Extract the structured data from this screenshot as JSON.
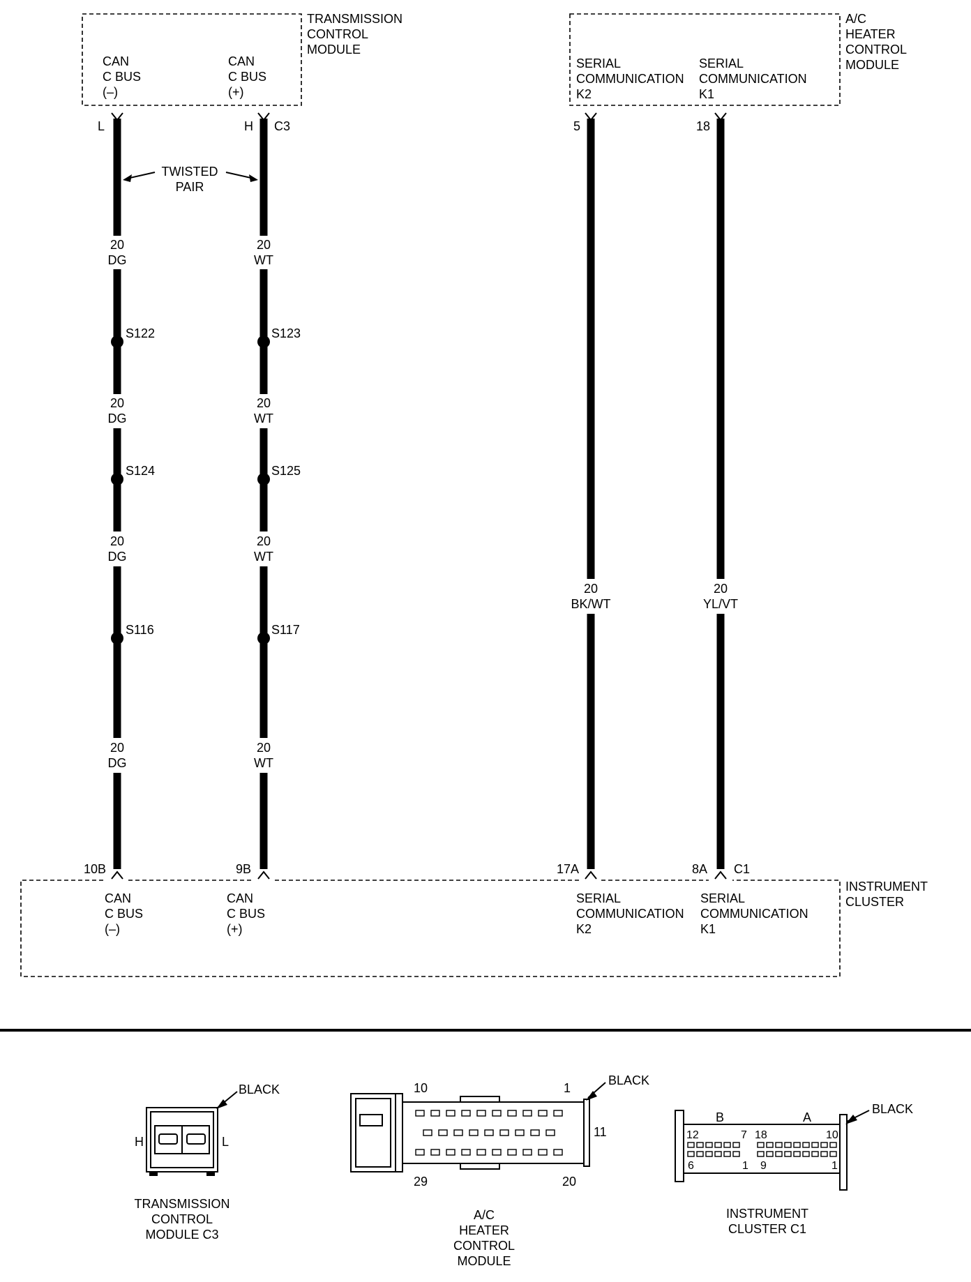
{
  "tcm": {
    "title": [
      "TRANSMISSION",
      "CONTROL",
      "MODULE"
    ],
    "pin_neg_label": [
      "CAN",
      "C BUS",
      "(–)"
    ],
    "pin_pos_label": [
      "CAN",
      "C BUS",
      "(+)"
    ],
    "pin_neg": "L",
    "pin_pos": "H",
    "connector": "C3"
  },
  "ac": {
    "title": [
      "A/C",
      "HEATER",
      "CONTROL",
      "MODULE"
    ],
    "pin_k2_label": [
      "SERIAL",
      "COMMUNICATION",
      "K2"
    ],
    "pin_k1_label": [
      "SERIAL",
      "COMMUNICATION",
      "K1"
    ],
    "pin_k2": "5",
    "pin_k1": "18"
  },
  "twisted_pair": [
    "TWISTED",
    "PAIR"
  ],
  "wires": {
    "dg": {
      "gauge": "20",
      "color": "DG",
      "splices": [
        "S122",
        "S124",
        "S116"
      ]
    },
    "wt": {
      "gauge": "20",
      "color": "WT",
      "splices": [
        "S123",
        "S125",
        "S117"
      ]
    },
    "bkwt": {
      "gauge": "20",
      "color": "BK/WT"
    },
    "ylvt": {
      "gauge": "20",
      "color": "YL/VT"
    }
  },
  "cluster": {
    "title": [
      "INSTRUMENT",
      "CLUSTER"
    ],
    "pins": [
      "10B",
      "9B",
      "17A",
      "8A"
    ],
    "connector": "C1",
    "pin_neg_label": [
      "CAN",
      "C BUS",
      "(–)"
    ],
    "pin_pos_label": [
      "CAN",
      "C BUS",
      "(+)"
    ],
    "pin_k2_label": [
      "SERIAL",
      "COMMUNICATION",
      "K2"
    ],
    "pin_k1_label": [
      "SERIAL",
      "COMMUNICATION",
      "K1"
    ]
  },
  "connectors": {
    "tcm_c3": {
      "color": "BLACK",
      "left": "H",
      "right": "L",
      "caption": [
        "TRANSMISSION",
        "CONTROL",
        "MODULE C3"
      ]
    },
    "ac": {
      "color": "BLACK",
      "pin_top_left": "10",
      "pin_top_right": "1",
      "pin_mid_right": "11",
      "pin_bot_left": "29",
      "pin_bot_right": "20",
      "caption": [
        "A/C",
        "HEATER",
        "CONTROL",
        "MODULE"
      ]
    },
    "cluster_c1": {
      "color": "BLACK",
      "row_b": "B",
      "row_a": "A",
      "b_top_left": "12",
      "b_top_right": "7",
      "b_bot_left": "6",
      "b_bot_right": "1",
      "a_top_left": "18",
      "a_top_right": "10",
      "a_bot_left": "9",
      "a_bot_right": "1",
      "caption": [
        "INSTRUMENT",
        "CLUSTER C1"
      ]
    }
  }
}
